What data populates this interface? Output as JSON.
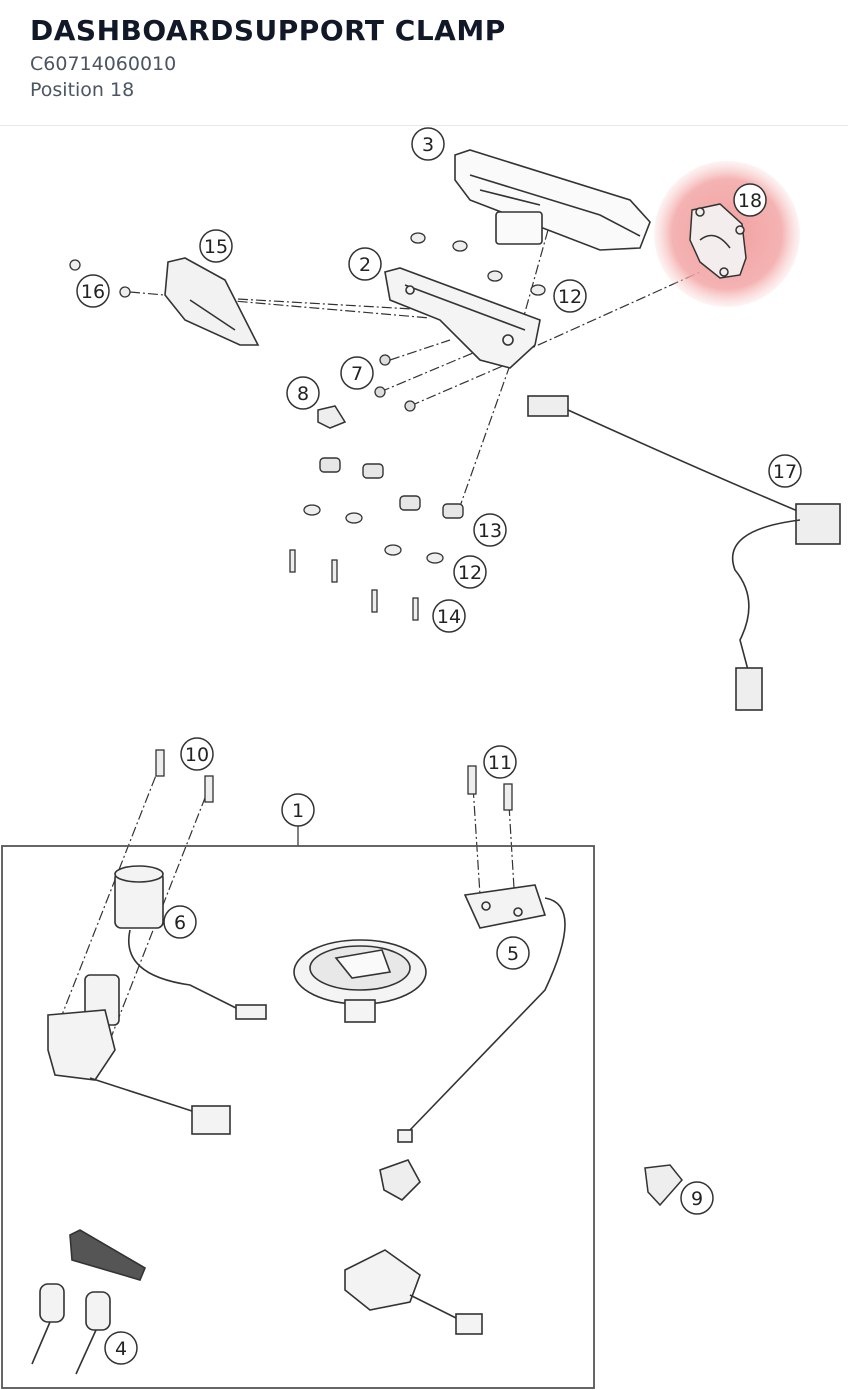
{
  "header": {
    "title": "DASHBOARDSUPPORT CLAMP",
    "part_number": "C60714060010",
    "position": "Position 18"
  },
  "diagram": {
    "highlight_color": "#f3a0a0",
    "callouts": [
      {
        "id": "3",
        "label": "3"
      },
      {
        "id": "18",
        "label": "18"
      },
      {
        "id": "15",
        "label": "15"
      },
      {
        "id": "2",
        "label": "2"
      },
      {
        "id": "16",
        "label": "16"
      },
      {
        "id": "12a",
        "label": "12"
      },
      {
        "id": "7",
        "label": "7"
      },
      {
        "id": "8",
        "label": "8"
      },
      {
        "id": "17",
        "label": "17"
      },
      {
        "id": "13",
        "label": "13"
      },
      {
        "id": "12b",
        "label": "12"
      },
      {
        "id": "14",
        "label": "14"
      },
      {
        "id": "10",
        "label": "10"
      },
      {
        "id": "11",
        "label": "11"
      },
      {
        "id": "1",
        "label": "1"
      },
      {
        "id": "6",
        "label": "6"
      },
      {
        "id": "5",
        "label": "5"
      },
      {
        "id": "9",
        "label": "9"
      },
      {
        "id": "4",
        "label": "4"
      }
    ]
  }
}
